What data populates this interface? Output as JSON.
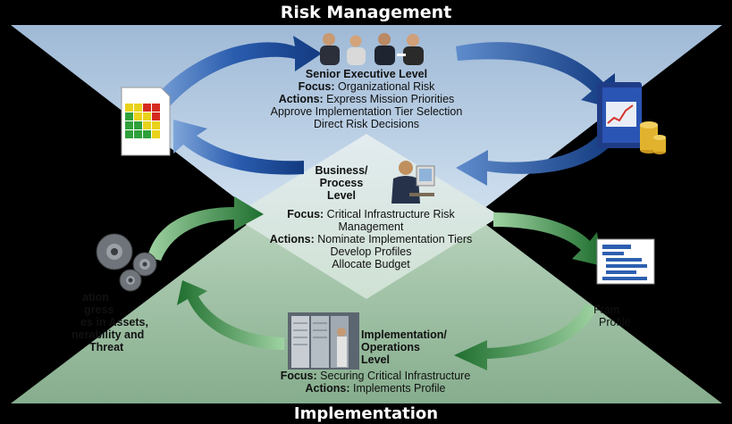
{
  "title_top": "Risk Management",
  "title_bottom": "Implementation",
  "senior": {
    "heading": "Senior Executive Level",
    "focus_label": "Focus:",
    "focus_text": " Organizational Risk",
    "actions_label": "Actions:",
    "actions_text": " Express Mission Priorities",
    "line2": "Approve Implementation Tier Selection",
    "line3": "Direct Risk Decisions"
  },
  "business": {
    "heading_l1": "Business/",
    "heading_l2": "Process",
    "heading_l3": "Level",
    "focus_label": "Focus:",
    "focus_text": " Critical Infrastructure Risk",
    "focus_cont": "Management",
    "actions_label": "Actions:",
    "actions_text": " Nominate Implementation Tiers",
    "line2": "Develop Profiles",
    "line3": "Allocate Budget"
  },
  "implementation": {
    "heading_l1": "Implementation/",
    "heading_l2": "Operations",
    "heading_l3": "Level",
    "focus_label": "Focus:",
    "focus_text": " Securing Critical Infrastructure",
    "actions_label": "Actions:",
    "actions_text": " Implements Profile"
  },
  "left_text": [
    "ation",
    "gress",
    "es in Assets,",
    "nerability and",
    "Threat"
  ],
  "right_text": [
    "Fram",
    "Profile"
  ],
  "icons": [
    "risk-heatmap-document-icon",
    "financial-binder-icon",
    "gears-icon",
    "framework-profile-document-icon",
    "executives-icon",
    "business-person-computer-icon",
    "server-room-icon"
  ],
  "colors": {
    "blue_triangle": "#b9cfe3",
    "green_triangle": "#a8c7ad",
    "blue_arrow": "#1f4e9a",
    "green_arrow": "#2d7a3c",
    "background": "#000000"
  }
}
